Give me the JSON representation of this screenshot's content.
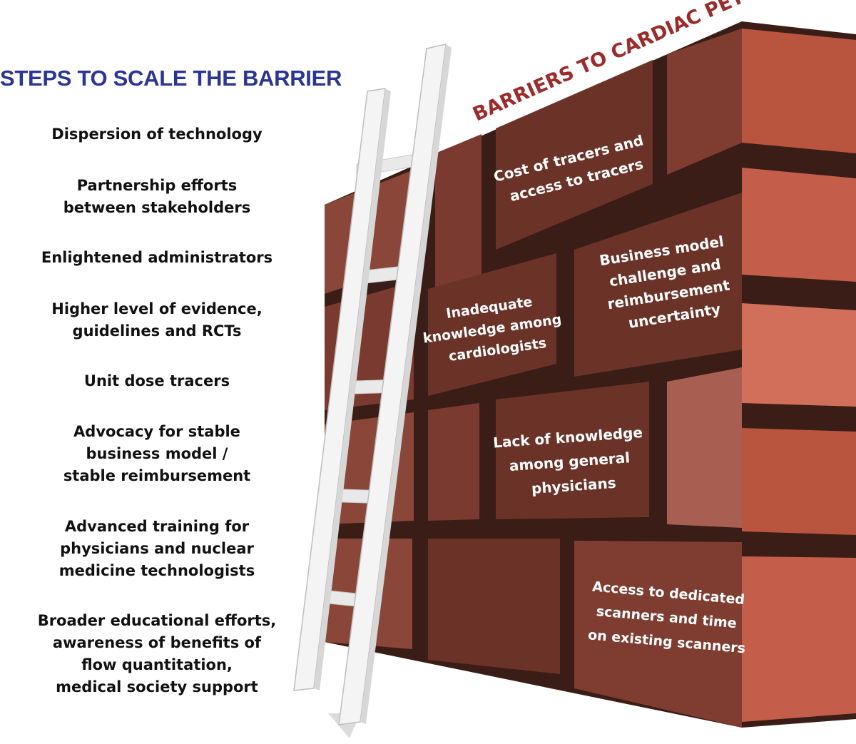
{
  "left_panel": {
    "title": "STEPS TO SCALE THE BARRIER",
    "steps": [
      {
        "lines": [
          "Dispersion of technology"
        ]
      },
      {
        "lines": [
          "Partnership efforts",
          "between stakeholders"
        ]
      },
      {
        "lines": [
          "Enlightened administrators"
        ]
      },
      {
        "lines": [
          "Higher level of evidence,",
          "guidelines and RCTs"
        ]
      },
      {
        "lines": [
          "Unit dose tracers"
        ]
      },
      {
        "lines": [
          "Advocacy for stable",
          "business model /",
          "stable reimbursement"
        ]
      },
      {
        "lines": [
          "Advanced training for",
          "physicians and nuclear",
          "medicine technologists"
        ]
      },
      {
        "lines": [
          "Broader educational efforts,",
          "awareness of benefits of",
          "flow quantitation,",
          "medical society support"
        ]
      }
    ]
  },
  "wall": {
    "title": "BARRIERS TO CARDIAC PET",
    "barriers": [
      {
        "id": "tracers",
        "lines": [
          "Cost of tracers and",
          "access to tracers"
        ]
      },
      {
        "id": "business",
        "lines": [
          "Business model",
          "challenge and",
          "reimbursement",
          "uncertainty"
        ]
      },
      {
        "id": "cardiologists",
        "lines": [
          "Inadequate",
          "knowledge among",
          "cardiologists"
        ]
      },
      {
        "id": "physicians",
        "lines": [
          "Lack of knowledge",
          "among general",
          "physicians"
        ]
      },
      {
        "id": "scanners",
        "lines": [
          "Access to dedicated",
          "scanners and time",
          "on existing scanners"
        ]
      }
    ]
  },
  "colors": {
    "title_blue": "#2b3596",
    "title_red": "#9c2b2b",
    "mortar": "#3a1d16",
    "brick_dark": "#6b3328",
    "brick_mid": "#823f33",
    "brick_light": "#c45e4a",
    "brick_pink": "#dc7f6d"
  }
}
